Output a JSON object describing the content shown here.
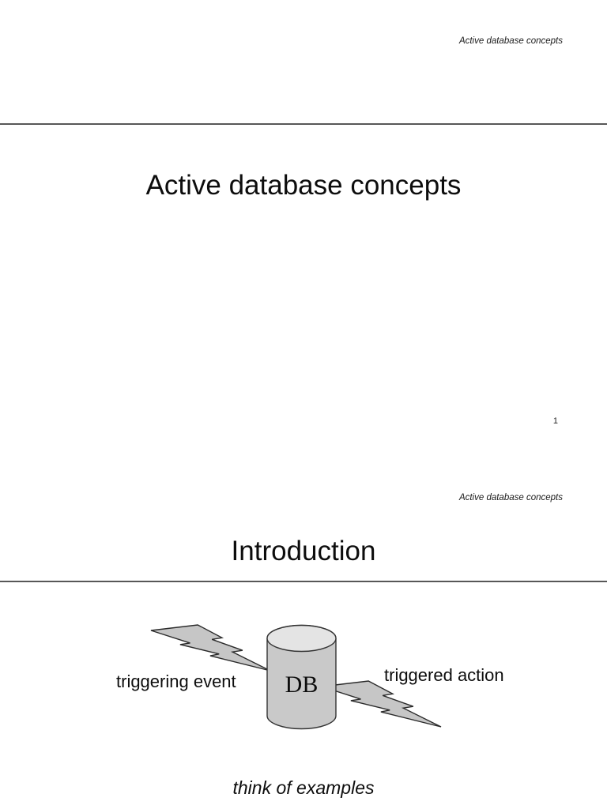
{
  "doc": {
    "page1": {
      "header": "Active database concepts",
      "title": "Active database concepts",
      "page_number": "1"
    },
    "page2": {
      "header": "Active database concepts",
      "title": "Introduction",
      "diagram": {
        "db_label": "DB",
        "event_label": "triggering event",
        "action_label": "triggered action"
      },
      "note": "think of examples"
    }
  },
  "colors": {
    "rule": "#575757",
    "bolt_fill": "#c6c6c6",
    "bolt_stroke": "#2b2b2b",
    "cylinder_body_fill": "#c9c9c9",
    "cylinder_top_fill": "#e4e4e4",
    "cylinder_stroke": "#333333",
    "text": "#111111",
    "background": "#ffffff"
  }
}
